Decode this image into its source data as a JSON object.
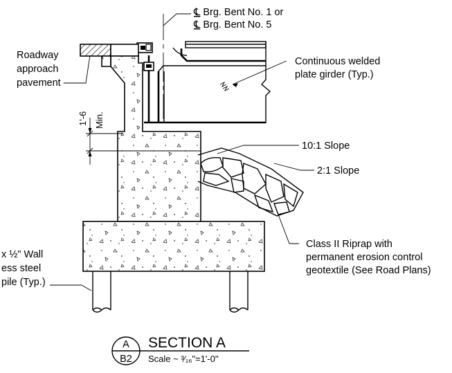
{
  "labels": {
    "bearing_line_1": "Brg. Bent No. 1 or",
    "bearing_line_2": "Brg. Bent No. 5",
    "centerline_symbol": "℄",
    "roadway_1": "Roadway",
    "roadway_2": "approach",
    "roadway_3": "pavement",
    "girder_1": "Continuous welded",
    "girder_2": "plate girder (Typ.)",
    "dim_value": "1'-6",
    "dim_min": "Min.",
    "slope_10": "10:1 Slope",
    "slope_2": "2:1 Slope",
    "riprap_1": "Class II Riprap with",
    "riprap_2": "permanent erosion control",
    "riprap_3": "geotextile (See Road Plans)",
    "pile_1": "x ½\" Wall",
    "pile_2": "ess steel",
    "pile_3": "pile (Typ.)"
  },
  "section": {
    "letter": "A",
    "sheet": "B2",
    "title": "SECTION A",
    "scale": "Scale ~ ³⁄₁₆\"=1'-0\""
  }
}
